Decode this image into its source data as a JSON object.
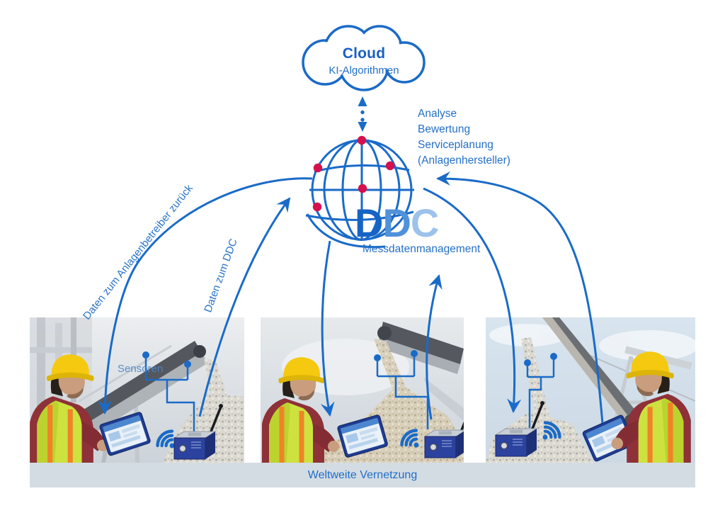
{
  "cloud": {
    "title": "Cloud",
    "subtitle": "KI-Algorithmen"
  },
  "hub": {
    "logo": {
      "d1": "D",
      "d2": "D",
      "c": "C"
    },
    "subtitle": "Messdatenmanagement"
  },
  "analysis": {
    "lines": [
      "Analyse",
      "Bewertung",
      "Serviceplanung",
      "(Anlagenhersteller)"
    ]
  },
  "flow_labels": {
    "back_to_operator": "Daten zum Anlagenbetreiber zurück",
    "to_ddc": "Daten zum DDC"
  },
  "site_photos": {
    "sensor_label": "Sensoren"
  },
  "footer": {
    "label": "Weltweite Vernetzung"
  },
  "colors": {
    "primary_blue": "#1a6bc8",
    "logo_blue_dark": "#1563c5",
    "logo_blue_mid": "#4f92da",
    "logo_blue_light": "#9cc2ec",
    "node_red": "#d4104e",
    "footer_bg": "#d4dce3"
  }
}
